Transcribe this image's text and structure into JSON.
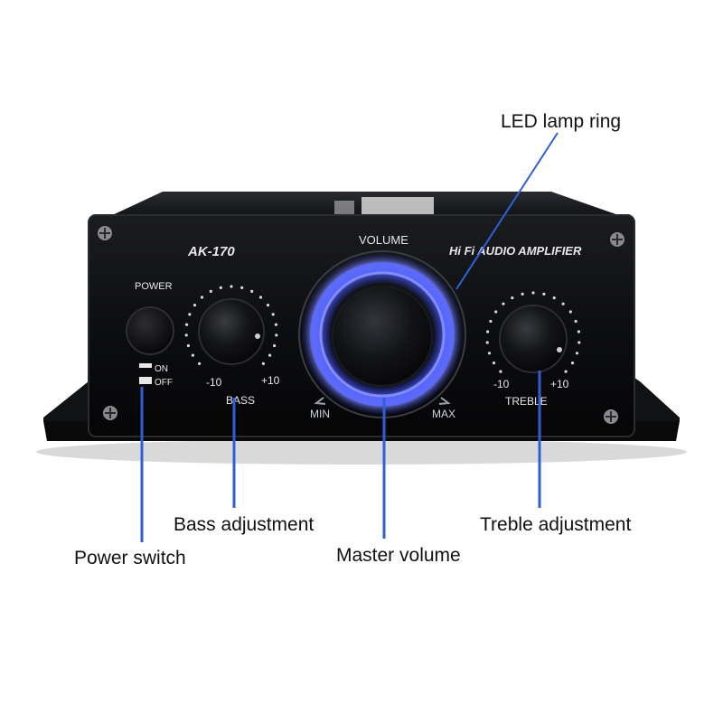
{
  "product": {
    "model": "AK-170",
    "brand_line": "Hi Fi AUDIO AMPLIFIER",
    "top_label": "VOLUME",
    "power_label": "POWER",
    "switch_on": "ON",
    "switch_off": "OFF",
    "bass_label": "BASS",
    "bass_min": "-10",
    "bass_max": "+10",
    "treble_label": "TREBLE",
    "treble_min": "-10",
    "treble_max": "+10",
    "volume_min": "MIN",
    "volume_max": "MAX"
  },
  "callouts": {
    "led_ring": "LED lamp ring",
    "bass": "Bass adjustment",
    "power": "Power switch",
    "master": "Master volume",
    "treble": "Treble adjustment"
  },
  "colors": {
    "body": "#0c0c0e",
    "led": "#3a4dff",
    "callout_line": "#2f5fd8",
    "text": "#111111",
    "panel_text": "#e8e8e8"
  }
}
